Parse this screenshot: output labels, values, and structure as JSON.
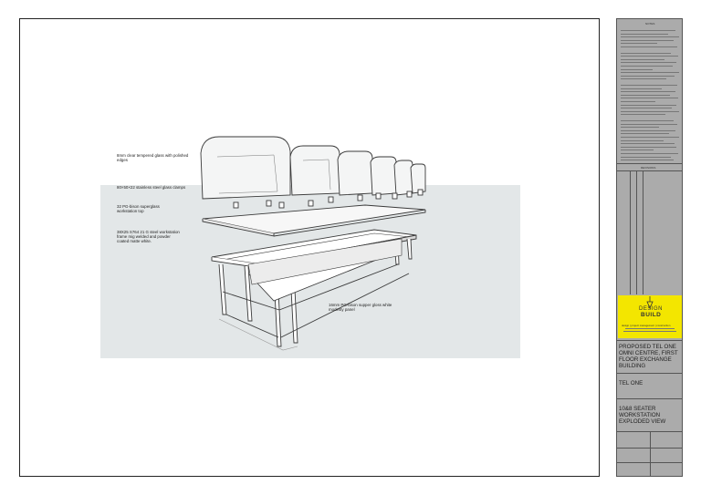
{
  "callouts": {
    "glass_panels": "8mm clear tempered glass with polished edges",
    "glass_clamps": "80×50×22 stainless steel glass clamps",
    "top": "32 PG-bison superglass workstation top",
    "frame": "38X25 S764 21 G steel workstation frame mig welded and powder coated matte white.",
    "modesty": "16mm PG-bison supper gloss white modesty panel"
  },
  "title_block": {
    "notes_heading": "NOTES",
    "revisions_heading": "REVISIONS",
    "logo": {
      "line1": "DESIGN",
      "line2": "BUILD",
      "tagline": "design | project management | construction"
    },
    "project": "PROPOSED TEL ONE OMNI CENTRE, FIRST FLOOR EXCHANGE BUILDING",
    "client": "TEL ONE",
    "drawing_title": "10&8 SEATER WORKSTATION EXPLODED VIEW"
  },
  "colors": {
    "logo_bg": "#f3e600",
    "title_block_bg": "#ababab",
    "scene_bg": "#e3e7e8"
  }
}
